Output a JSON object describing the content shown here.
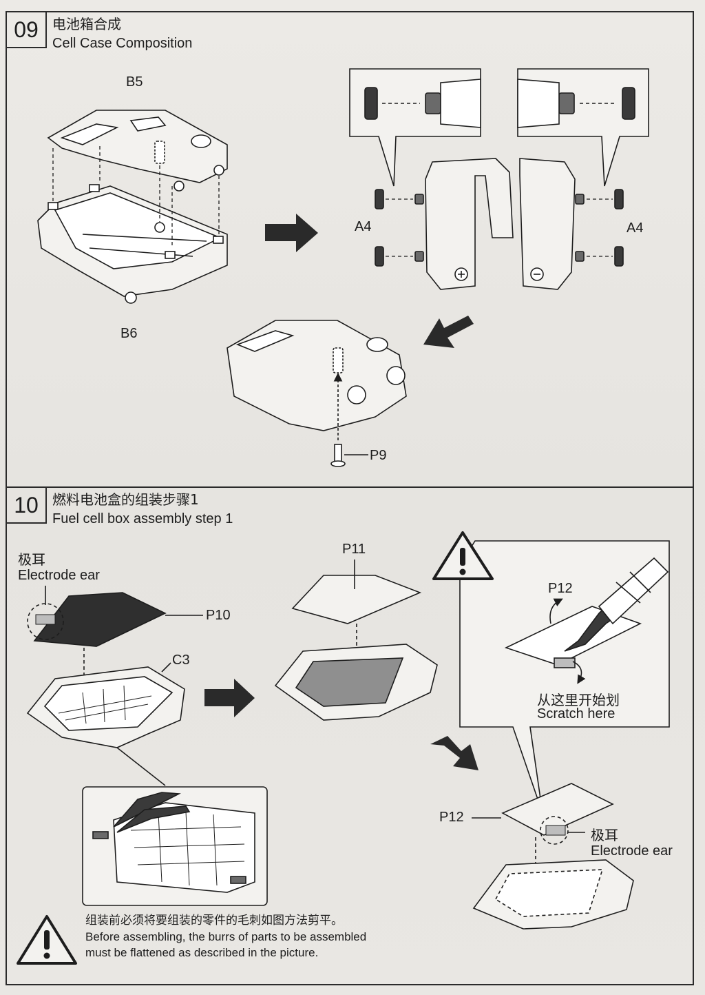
{
  "step9": {
    "number": "09",
    "title_cn": "电池箱合成",
    "title_en": "Cell Case Composition",
    "labels": {
      "b5": "B5",
      "b6": "B6",
      "a4_left": "A4",
      "a4_right": "A4",
      "p9": "P9"
    }
  },
  "step10": {
    "number": "10",
    "title_cn": "燃料电池盒的组装步骤1",
    "title_en": "Fuel cell box assembly step 1",
    "labels": {
      "electrode_ear_cn_1": "极耳",
      "electrode_ear_en_1": "Electrode ear",
      "p10": "P10",
      "c3": "C3",
      "p11": "P11",
      "p12_callout": "P12",
      "scratch_cn": "从这里开始划",
      "scratch_en": "Scratch here",
      "p12": "P12",
      "electrode_ear_cn_2": "极耳",
      "electrode_ear_en_2": "Electrode ear"
    },
    "warning": {
      "cn": "组装前必须将要组装的零件的毛刺如图方法剪平。",
      "en_line1": "Before assembling, the burrs of parts to be assembled",
      "en_line2": "must be flattened as described in the picture."
    }
  },
  "icons": [
    "warning-triangle-icon",
    "arrow-right-icon",
    "arrow-down-left-icon",
    "arrow-down-right-icon",
    "screwdriver-icon",
    "nippers-icon"
  ],
  "colors": {
    "ink": "#1d1d1d",
    "paper": "#e9e7e3",
    "dark_part": "#3a3a3a",
    "grey_part": "#8f8f8f"
  }
}
